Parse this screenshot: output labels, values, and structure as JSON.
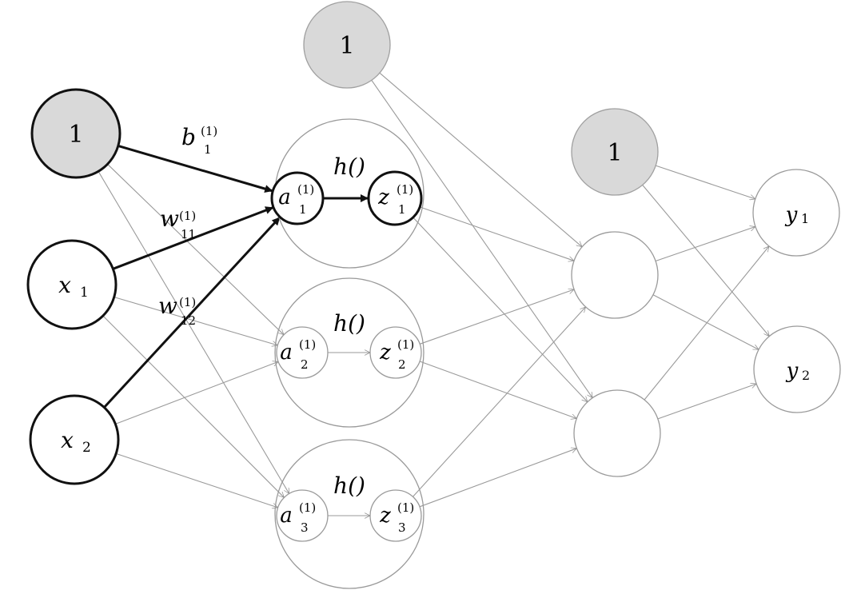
{
  "colors": {
    "bias_fill": "#d9d9d9",
    "bold_stroke": "#111111",
    "thin_stroke": "#9a9a9a",
    "background": "#ffffff"
  },
  "nodes": {
    "bias_input": "1",
    "bias_hidden1": "1",
    "bias_hidden2": "1",
    "input_x1": {
      "main": "x",
      "sub": "1"
    },
    "input_x2": {
      "main": "x",
      "sub": "2"
    },
    "output_y1": {
      "main": "y",
      "sub": "1"
    },
    "output_y2": {
      "main": "y",
      "sub": "2"
    }
  },
  "hidden_units": [
    {
      "func": "h()",
      "a_main": "a",
      "a_sup": "(1)",
      "a_sub": "1",
      "z_main": "z",
      "z_sup": "(1)",
      "z_sub": "1"
    },
    {
      "func": "h()",
      "a_main": "a",
      "a_sup": "(1)",
      "a_sub": "2",
      "z_main": "z",
      "z_sup": "(1)",
      "z_sub": "2"
    },
    {
      "func": "h()",
      "a_main": "a",
      "a_sup": "(1)",
      "a_sub": "3",
      "z_main": "z",
      "z_sup": "(1)",
      "z_sub": "3"
    }
  ],
  "weights": {
    "b": {
      "main": "b",
      "sup": "(1)",
      "sub": "1"
    },
    "w11": {
      "main": "w",
      "sup": "(1)",
      "sub": "11"
    },
    "w12": {
      "main": "w",
      "sup": "(1)",
      "sub": "12"
    }
  }
}
